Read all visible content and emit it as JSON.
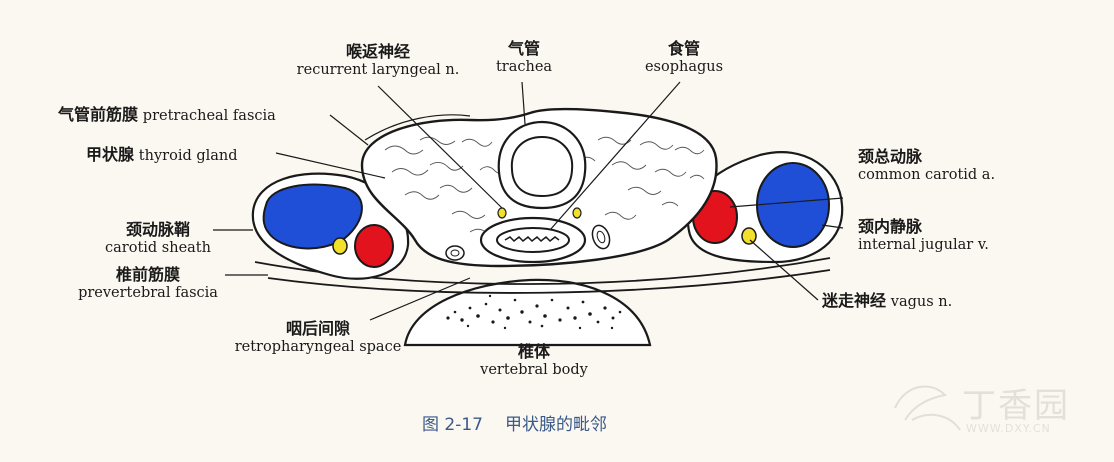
{
  "labels": {
    "recurrent_laryngeal": {
      "zh": "喉返神经",
      "en": "recurrent laryngeal n."
    },
    "trachea": {
      "zh": "气管",
      "en": "trachea"
    },
    "esophagus": {
      "zh": "食管",
      "en": "esophagus"
    },
    "pretracheal_fascia": {
      "zh": "气管前筋膜",
      "en": "pretracheal fascia"
    },
    "thyroid_gland": {
      "zh": "甲状腺",
      "en": "thyroid gland"
    },
    "carotid_sheath": {
      "zh": "颈动脉鞘",
      "en": "carotid sheath"
    },
    "prevertebral_fascia": {
      "zh": "椎前筋膜",
      "en": "prevertebral fascia"
    },
    "retropharyngeal_space": {
      "zh": "咽后间隙",
      "en": "retropharyngeal space"
    },
    "vertebral_body": {
      "zh": "椎体",
      "en": "vertebral body"
    },
    "common_carotid": {
      "zh": "颈总动脉",
      "en": "common carotid a."
    },
    "internal_jugular": {
      "zh": "颈内静脉",
      "en": "internal jugular v."
    },
    "vagus": {
      "zh": "迷走神经",
      "en": "vagus n."
    }
  },
  "caption": {
    "number": "图 2-17",
    "title": "甲状腺的毗邻"
  },
  "watermark": {
    "brand": "丁香园",
    "url": "WWW.DXY.CN"
  },
  "colors": {
    "vein": "#1f4fd6",
    "artery": "#e3131e",
    "nerve": "#f2e02a",
    "outline": "#1a1a1a",
    "tissue": "#ffffff",
    "caption": "#3a5a8a"
  }
}
